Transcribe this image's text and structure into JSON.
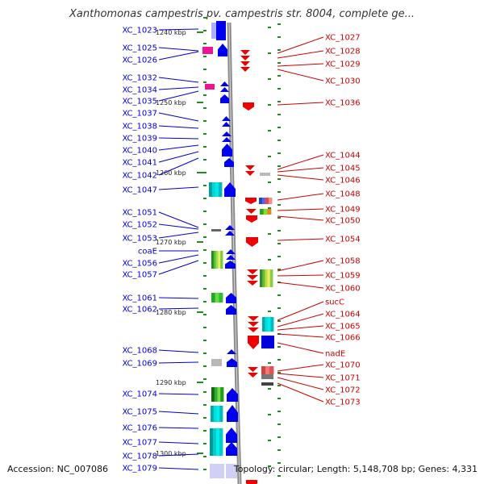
{
  "title": "Xanthomonas campestris pv. campestris str. 8004, complete ge...",
  "footer": {
    "accession": "Accession: NC_007086",
    "topology": "Topology: circular; Length: 5,148,708 bp; Genes: 4,331"
  },
  "colors": {
    "left_labels": "#0000cc",
    "right_labels": "#cc0000",
    "backbone": "#888888",
    "ticks": "#228b22"
  },
  "scale_marks": [
    "1240 kbp",
    "1250 kbp",
    "1260 kbp",
    "1270 kbp",
    "1280 kbp",
    "1290 kbp",
    "1300 kbp"
  ],
  "left_genes": [
    "XC_1023",
    "XC_1025",
    "XC_1026",
    "XC_1032",
    "XC_1034",
    "XC_1035",
    "XC_1037",
    "XC_1038",
    "XC_1039",
    "XC_1040",
    "XC_1041",
    "XC_1042",
    "XC_1047",
    "XC_1051",
    "XC_1052",
    "XC_1053",
    "coaE",
    "XC_1056",
    "XC_1057",
    "XC_1061",
    "XC_1062",
    "XC_1068",
    "XC_1069",
    "XC_1074",
    "XC_1075",
    "XC_1076",
    "XC_1077",
    "XC_1078",
    "XC_1079"
  ],
  "right_genes": [
    "XC_1027",
    "XC_1028",
    "XC_1029",
    "XC_1030",
    "XC_1036",
    "XC_1044",
    "XC_1045",
    "XC_1046",
    "XC_1048",
    "XC_1049",
    "XC_1050",
    "XC_1054",
    "XC_1058",
    "XC_1059",
    "XC_1060",
    "sucC",
    "XC_1064",
    "XC_1065",
    "XC_1066",
    "nadE",
    "XC_1070",
    "XC_1071",
    "XC_1072",
    "XC_1073"
  ]
}
